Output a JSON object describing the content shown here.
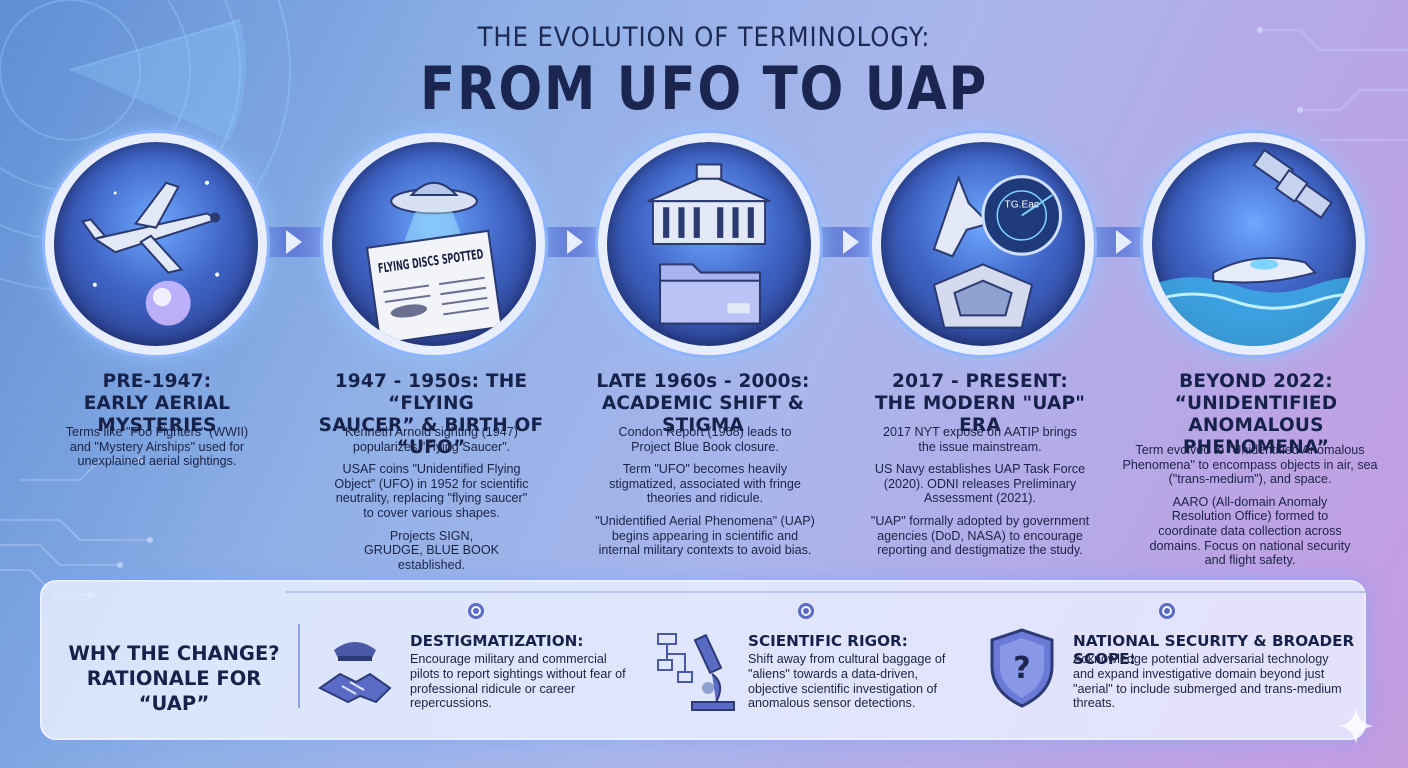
{
  "title": {
    "line1": "THE EVOLUTION OF TERMINOLOGY:",
    "line2": "FROM UFO TO UAP"
  },
  "eras": [
    {
      "heading_line1": "PRE-1947:",
      "heading_line2": "EARLY AERIAL MYSTERIES",
      "heading_line3": "",
      "paragraphs": [
        "Terms like \"Foo Fighters\" (WWII) and \"Mystery Airships\" used for unexplained aerial sightings."
      ]
    },
    {
      "heading_line1": "1947 - 1950s: THE “FLYING",
      "heading_line2": "SAUCER” & BIRTH OF “UFO”",
      "heading_line3": "",
      "paragraphs": [
        "Kenneth Arnold sighting (1947) popularizes \"Flying Saucer\".",
        "USAF coins \"Unidentified Flying Object\" (UFO) in 1952 for scientific neutrality, replacing \"flying saucer\" to cover various shapes.",
        "Projects SIGN, GRUDGE, BLUE BOOK established."
      ],
      "newspaper_headline": "FLYING DISCS SPOTTED"
    },
    {
      "heading_line1": "LATE 1960s - 2000s:",
      "heading_line2": "ACADEMIC SHIFT & STIGMA",
      "heading_line3": "",
      "paragraphs": [
        "Condon Report (1968) leads to Project Blue Book closure.",
        "Term \"UFO\" becomes heavily stigmatized, associated with fringe theories and ridicule.",
        "\"Unidentified Aerial Phenomena\" (UAP) begins appearing in scientific and internal military contexts to avoid bias."
      ]
    },
    {
      "heading_line1": "2017 - PRESENT:",
      "heading_line2": "THE MODERN \"UAP\" ERA",
      "heading_line3": "",
      "paragraphs": [
        "2017 NYT exposé on AATIP brings the issue mainstream.",
        "US Navy establishes UAP Task Force (2020). ODNI releases Preliminary Assessment (2021).",
        "\"UAP\" formally adopted by government agencies (DoD, NASA) to encourage reporting and destigmatize the study."
      ],
      "radar_label": "TG.Eac"
    },
    {
      "heading_line1": "BEYOND 2022:",
      "heading_line2": "“UNIDENTIFIED ANOMALOUS",
      "heading_line3": "PHENOMENA”",
      "paragraphs": [
        "Term evolved to \"Unidentified Anomalous Phenomena\" to encompass objects in air, sea (\"trans-medium\"), and space.",
        "AARO (All-domain Anomaly Resolution Office) formed to coordinate data collection across domains. Focus on national security and flight safety."
      ]
    }
  ],
  "rationale": {
    "question_line1": "WHY THE CHANGE?",
    "question_line2": "RATIONALE FOR “UAP”",
    "reasons": [
      {
        "title": "DESTIGMATIZATION:",
        "text": "Encourage military and commercial pilots to report sightings without fear of professional ridicule or career repercussions.",
        "icon": "pilot-handshake-icon"
      },
      {
        "title": "SCIENTIFIC RIGOR:",
        "text": "Shift away from cultural baggage of \"aliens\" towards a data-driven, objective scientific investigation of anomalous sensor detections.",
        "icon": "microscope-flowchart-icon"
      },
      {
        "title": "NATIONAL SECURITY & BROADER SCOPE:",
        "text": "Acknowledge potential adversarial technology and expand investigative domain beyond just \"aerial\" to include submerged and trans-medium threats.",
        "icon": "shield-question-icon"
      }
    ]
  },
  "colors": {
    "accent": "#4f6dcc",
    "text_dark": "#17224a",
    "medal_ring": "#e8eefc"
  }
}
